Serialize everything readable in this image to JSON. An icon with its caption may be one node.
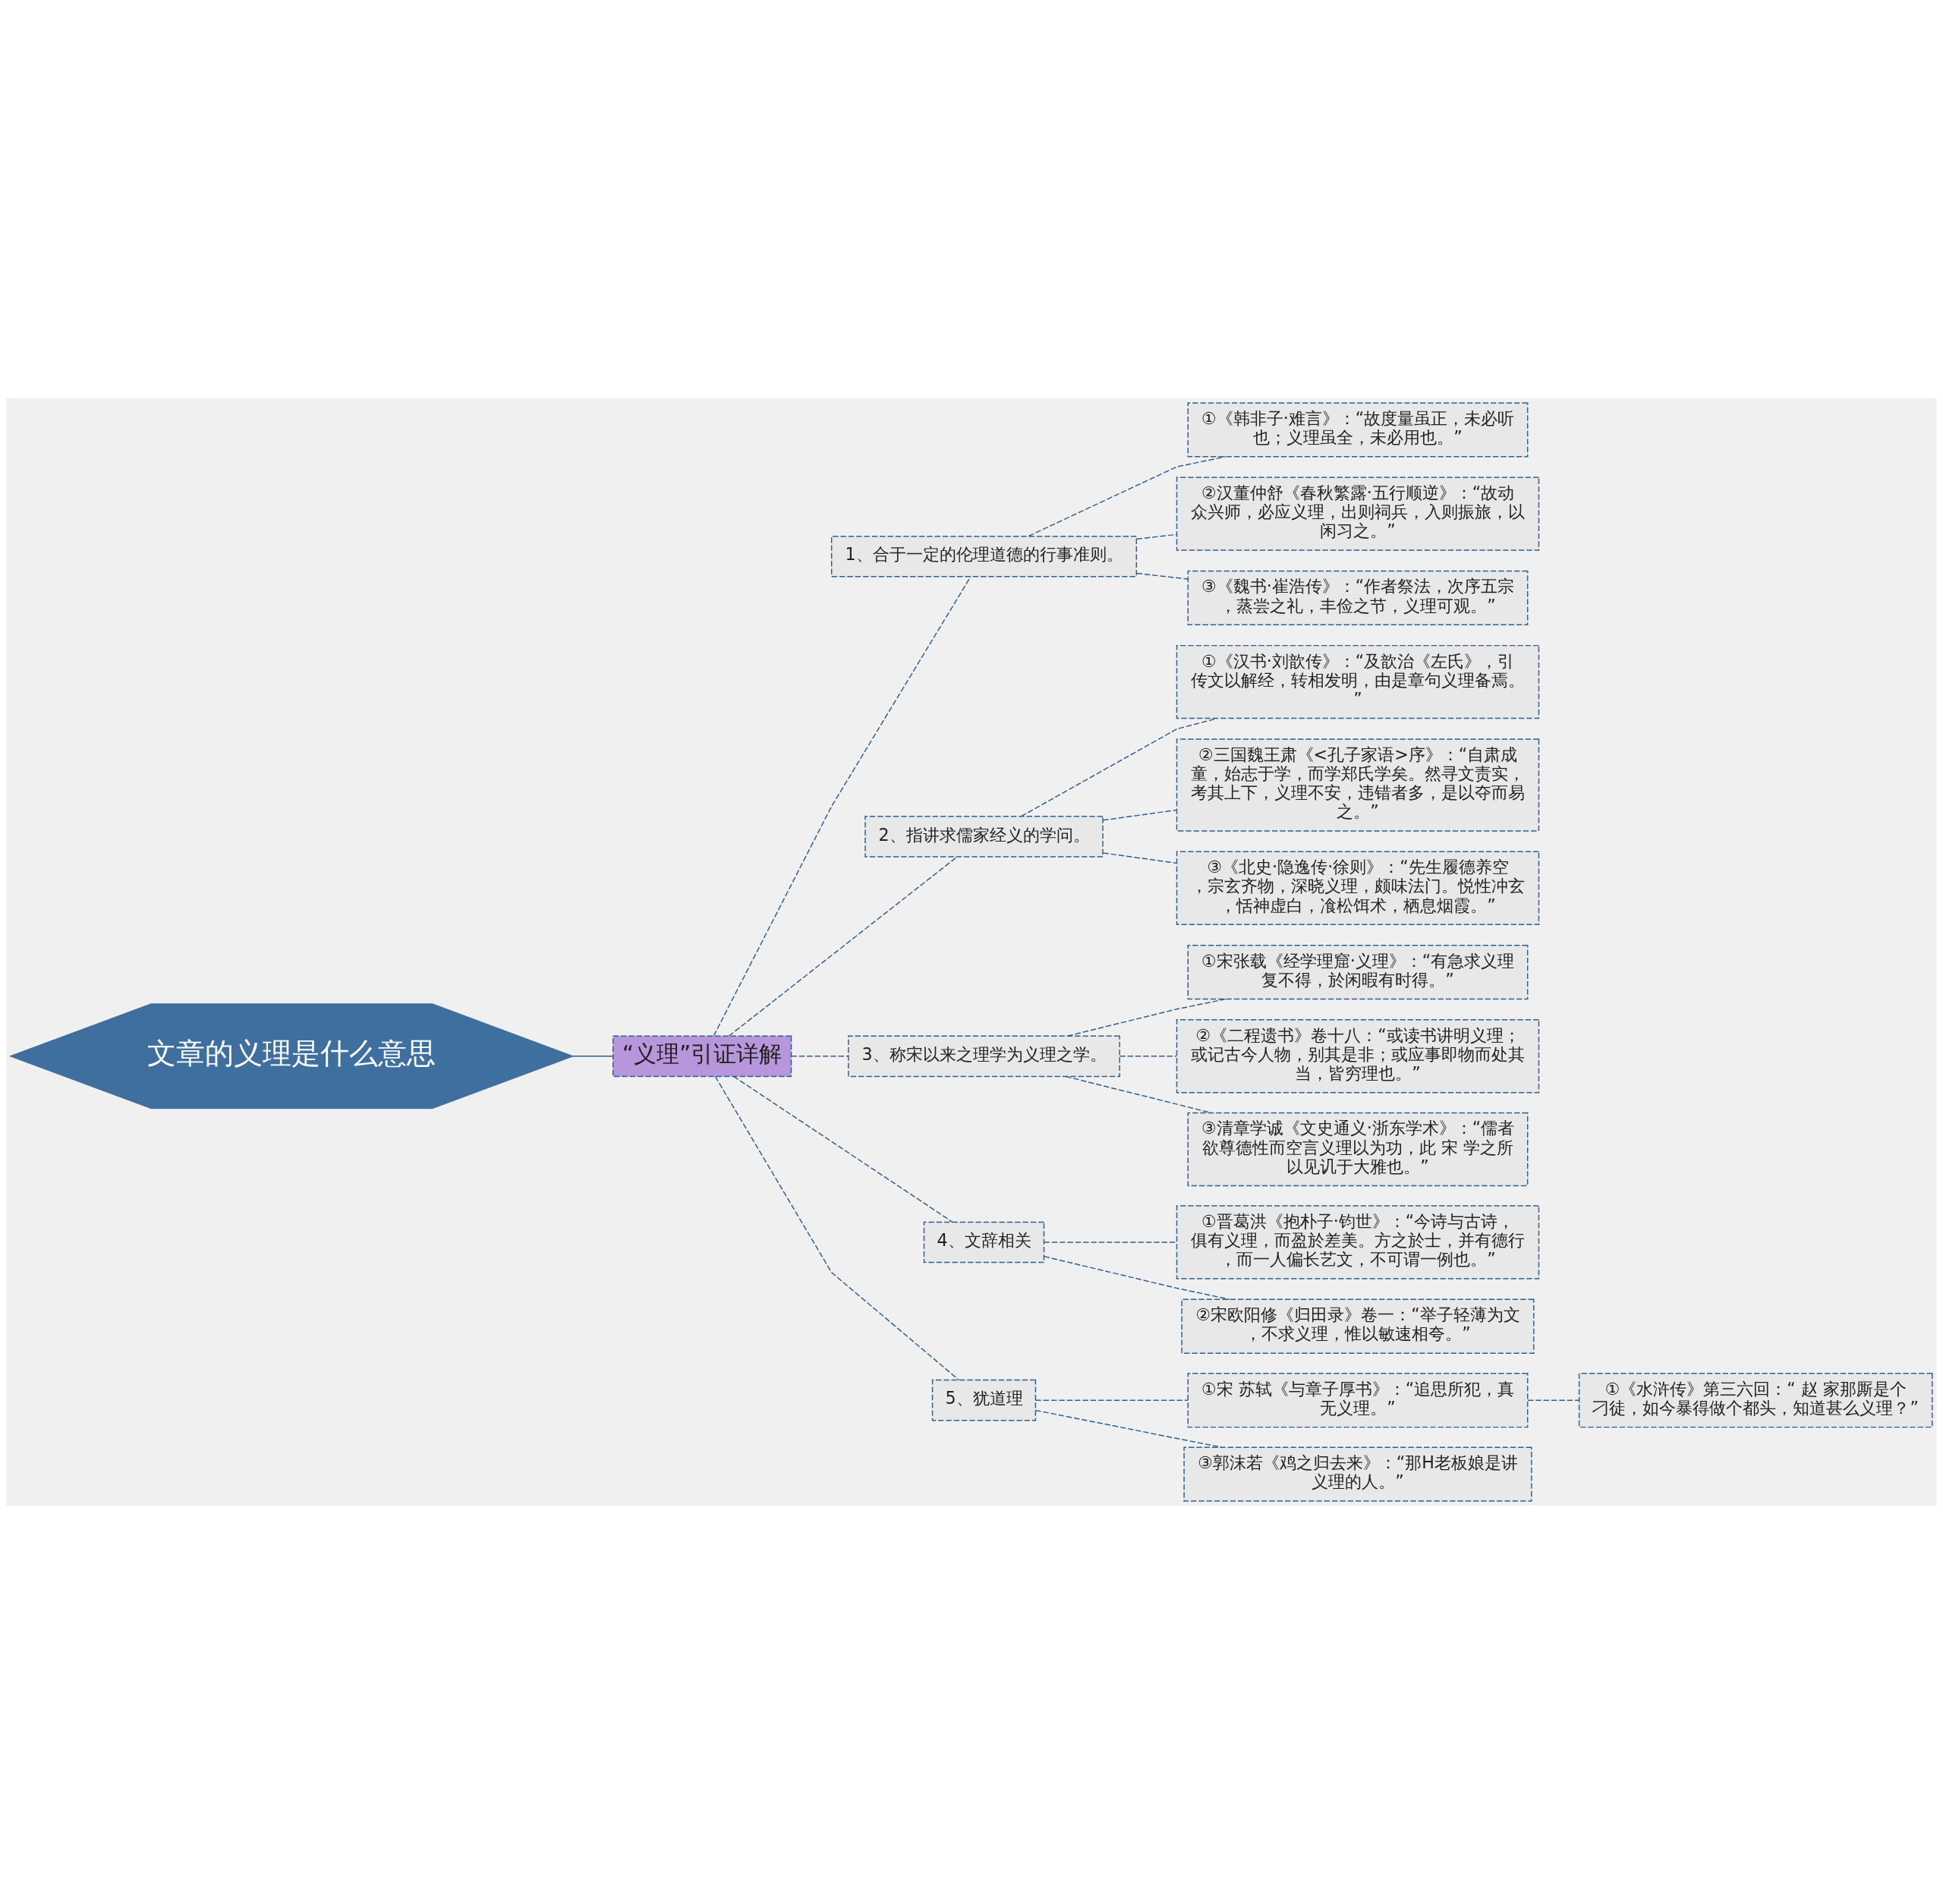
{
  "diagram": {
    "nodes": [
      {
        "text": [
          "文章的义理是什么意思"
        ]
      },
      {
        "text": [
          "“义理”引证详解"
        ]
      },
      {
        "text": [
          "1、合于一定的伦理道德的行事准则。"
        ]
      },
      {
        "text": [
          "①《韩非子·难言》：“故度量虽正，未必听也；义理虽全，未必用也。”"
        ]
      },
      {
        "text": [
          "②汉董仲舒《春秋繁露·五行顺逆》：“故动众兴师，必应义理，出则祠兵，入则振旅，以闲习之。”"
        ]
      },
      {
        "text": [
          "③《魏书·崔浩传》：“作者祭法，次序五宗，蒸尝之礼，丰俭之节，义理可观。”"
        ]
      },
      {
        "text": [
          "2、指讲求儒家经义的学问。"
        ]
      },
      {
        "text": [
          "①《汉书·刘歆传》：“及歆治《左氏》，引传文以解经，转相发明，由是章句义理备焉。”"
        ]
      },
      {
        "text": [
          "②三国魏王肃《<孔子家语>序》：“自肃成童，始志于学，而学郑氏学矣。然寻文责实，考其上下，义理不安，违错者多，是以夺而易之。”"
        ]
      },
      {
        "text": [
          "③《北史·隐逸传·徐则》：“先生履德养空，宗玄齐物，深晓义理，颇味法门。悦性冲玄，恬神虚白，飡松饵术，栖息烟霞。”"
        ]
      },
      {
        "text": [
          "3、称宋以来之理学为义理之学。"
        ]
      },
      {
        "text": [
          "①宋张载《经学理窟·义理》：“有急求义理复不得，於闲暇有时得。”"
        ]
      },
      {
        "text": [
          "②《二程遗书》卷十八：“或读书讲明义理；或记古今人物，别其是非；或应事即物而处其当，皆穷理也。”"
        ]
      },
      {
        "text": [
          "③清章学诚《文史通义·浙东学术》：“儒者欲尊德性而空言义理以为功，此 宋 学之所以见讥于大雅也。”"
        ]
      },
      {
        "text": [
          "4、文辞相关"
        ]
      },
      {
        "text": [
          "①晋葛洪《抱朴子·钧世》：“今诗与古诗，俱有义理，而盈於差美。方之於士，并有德行，而一人偏长艺文，不可谓一例也。”"
        ]
      },
      {
        "text": [
          "②宋欧阳修《归田录》卷一：“举子轻薄为文，不求义理，惟以敏速相夸。”"
        ]
      },
      {
        "text": [
          "5、犹道理"
        ]
      },
      {
        "text": [
          "①宋 苏轼《与章子厚书》：“追思所犯，真无义理。”"
        ]
      },
      {
        "text": [
          "①《水浒传》第三六回：“ 赵 家那厮是个刁徒，如今暴得做个都头，知道甚么义理？”"
        ]
      },
      {
        "text": [
          "③郭沫若《鸡之归去来》：“那H老板娘是讲义理的人。”"
        ]
      }
    ],
    "edges": [
      {
        "from": 0,
        "to": 1,
        "arrow": "none"
      },
      {
        "from": 1,
        "to": 2,
        "arrow": "none",
        "style": "dashed"
      },
      {
        "from": 2,
        "to": 3,
        "arrow": "none",
        "style": "dashed"
      },
      {
        "from": 2,
        "to": 4,
        "arrow": "none",
        "style": "dashed"
      },
      {
        "from": 2,
        "to": 5,
        "arrow": "none",
        "style": "dashed"
      },
      {
        "from": 1,
        "to": 6,
        "arrow": "none",
        "style": "dashed"
      },
      {
        "from": 6,
        "to": 7,
        "arrow": "none",
        "style": "dashed"
      },
      {
        "from": 6,
        "to": 8,
        "arrow": "none",
        "style": "dashed"
      },
      {
        "from": 6,
        "to": 9,
        "arrow": "none",
        "style": "dashed"
      },
      {
        "from": 1,
        "to": 10,
        "arrow": "none",
        "style": "dashed"
      },
      {
        "from": 10,
        "to": 11,
        "arrow": "none",
        "style": "dashed"
      },
      {
        "from": 10,
        "to": 12,
        "arrow": "none",
        "style": "dashed"
      },
      {
        "from": 10,
        "to": 13,
        "arrow": "none",
        "style": "dashed"
      },
      {
        "from": 1,
        "to": 14,
        "arrow": "none",
        "style": "dashed"
      },
      {
        "from": 14,
        "to": 15,
        "arrow": "none",
        "style": "dashed"
      },
      {
        "from": 14,
        "to": 16,
        "arrow": "none",
        "style": "dashed"
      },
      {
        "from": 1,
        "to": 17,
        "arrow": "none",
        "style": "dashed"
      },
      {
        "from": 17,
        "to": 18,
        "arrow": "none",
        "style": "dashed"
      },
      {
        "from": 18,
        "to": 19,
        "arrow": "none",
        "style": "dashed"
      },
      {
        "from": 17,
        "to": 20,
        "arrow": "none",
        "style": "dashed"
      }
    ]
  }
}
